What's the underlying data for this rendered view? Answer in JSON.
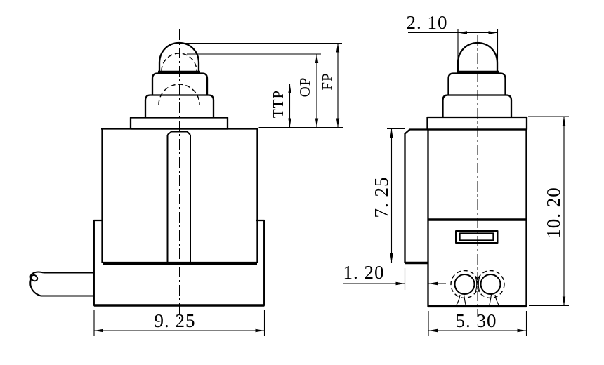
{
  "drawing": {
    "background": "#ffffff",
    "line_color": "#000000",
    "front_view": {
      "dim_overall_width": "9. 25",
      "label_ttp": "TTP",
      "label_op": "OP",
      "label_fp": "FP"
    },
    "side_view": {
      "dim_button_width": "2. 10",
      "dim_bracket_height": "7. 25",
      "dim_bracket_offset": "1. 20",
      "dim_overall_height": "10. 20",
      "dim_body_width": "5. 30"
    }
  }
}
